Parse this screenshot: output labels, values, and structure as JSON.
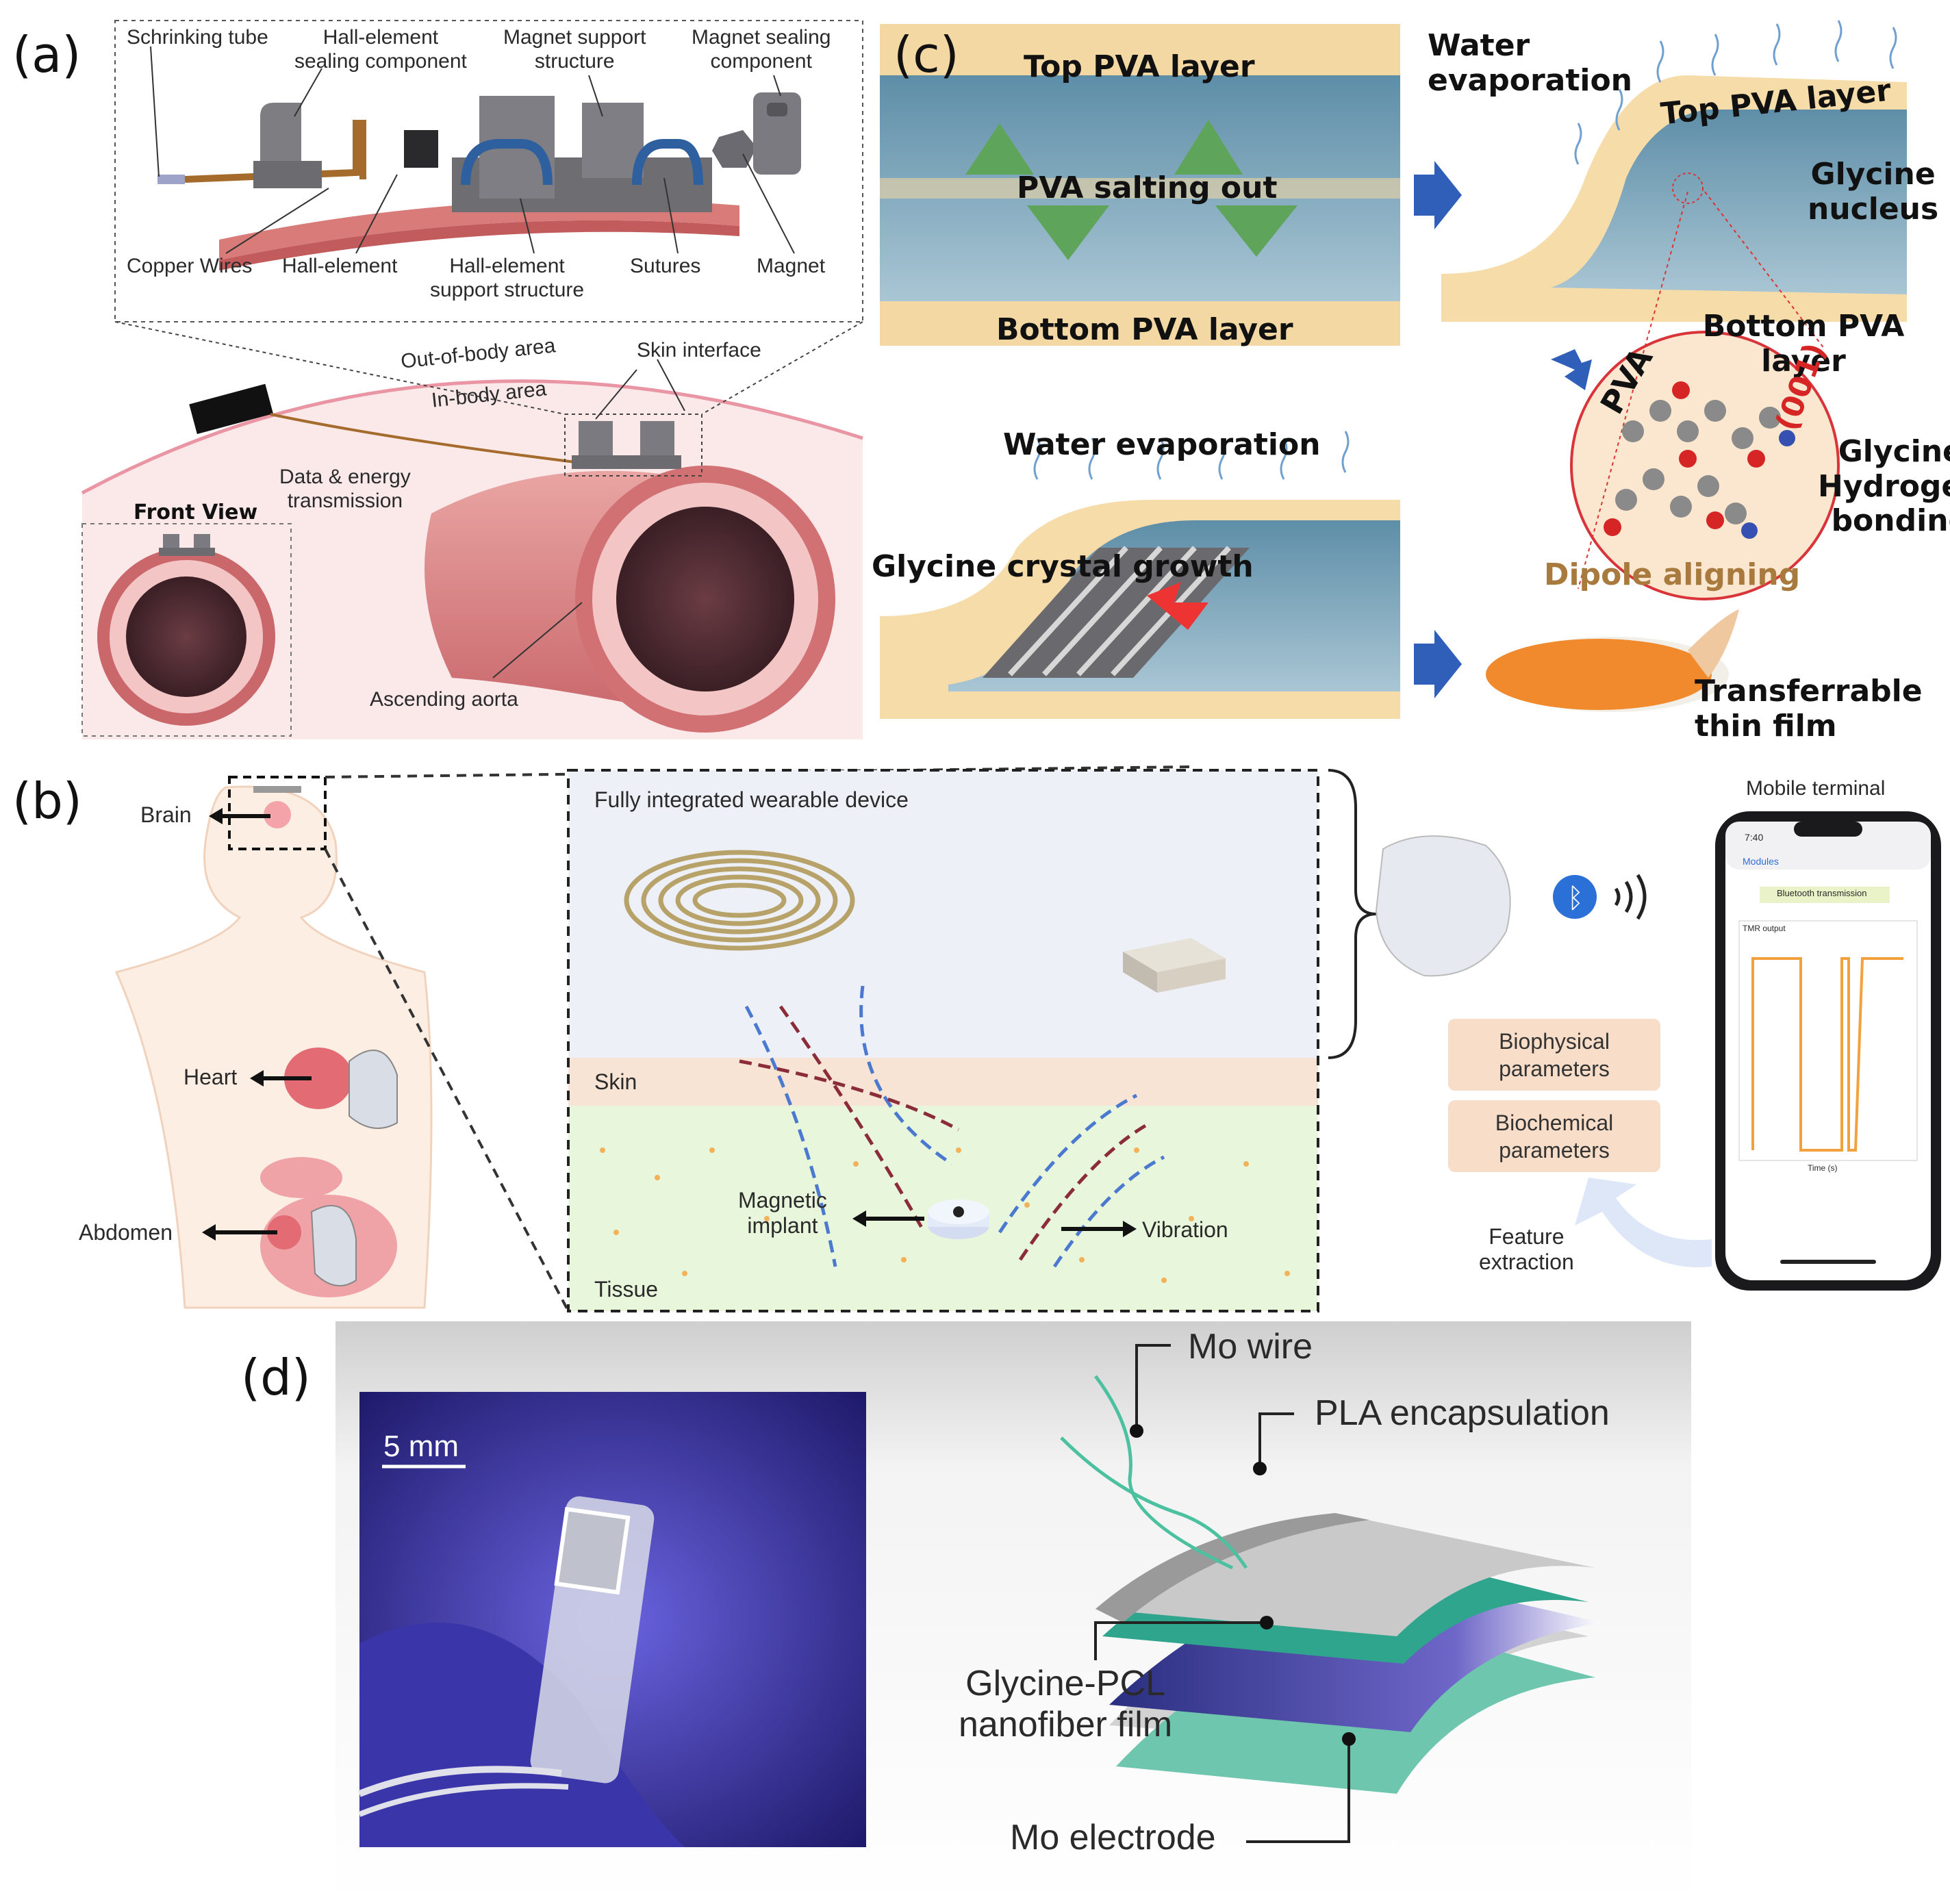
{
  "panel_a": {
    "letter": "(a)",
    "schrinking_tube": "Schrinking tube",
    "hall_sealing": "Hall-element\nsealing component",
    "magnet_support": "Magnet support\nstructure",
    "magnet_sealing": "Magnet sealing\ncomponent",
    "copper_wires": "Copper Wires",
    "hall_element": "Hall-element",
    "hall_support": "Hall-element\nsupport structure",
    "sutures": "Sutures",
    "magnet": "Magnet",
    "out_of_body": "Out-of-body area",
    "skin_interface": "Skin interface",
    "in_body": "In-body area",
    "data_energy": "Data & energy\ntransmission",
    "front_view": "Front View",
    "ascending_aorta": "Ascending aorta"
  },
  "panel_b": {
    "letter": "(b)",
    "brain": "Brain",
    "heart": "Heart",
    "abdomen": "Abdomen",
    "fully_integrated": "Fully integrated wearable device",
    "skin": "Skin",
    "tissue": "Tissue",
    "magnetic_implant": "Magnetic\nimplant",
    "vibration": "Vibration",
    "mobile_terminal": "Mobile terminal",
    "biophysical": "Biophysical\nparameters",
    "biochemical": "Biochemical\nparameters",
    "feature_extraction": "Feature\nextraction",
    "phone_time": "7:40",
    "phone_back": "Modules",
    "phone_bt": "Bluetooth transmission",
    "phone_output": "TMR output",
    "phone_xaxis": "Time (s)"
  },
  "panel_c": {
    "letter": "(c)",
    "top_pva_1": "Top PVA layer",
    "salting_out": "PVA salting out",
    "bottom_pva_1": "Bottom PVA layer",
    "water_evap_1": "Water\nevaporation",
    "top_pva_2": "Top PVA layer",
    "glycine_nucleus": "Glycine\nnucleus",
    "bottom_pva_2": "Bottom PVA layer",
    "pva": "PVA",
    "facet": "(001)",
    "glycine_hb": "Glycine\nHydrogen\nbonding",
    "dipole": "Dipole aligning",
    "water_evap_2": "Water evaporation",
    "crystal_growth": "Glycine crystal growth",
    "transferrable": "Transferrable\nthin film"
  },
  "panel_d": {
    "letter": "(d)",
    "scale": "5 mm",
    "mo_wire": "Mo wire",
    "pla": "PLA encapsulation",
    "glycine_pcl": "Glycine-PCL\nnanofiber film",
    "mo_electrode": "Mo electrode"
  },
  "colors": {
    "skin_pink": "#f7d6d8",
    "aorta": "#d9888a",
    "pva_yellow": "#f4dca5",
    "water_blue": "#6f9bb4",
    "arrow_blue": "#2f5fb8",
    "tile": "#f8ddc8",
    "glove": "#4b45c8",
    "teal": "#2fa58e"
  }
}
